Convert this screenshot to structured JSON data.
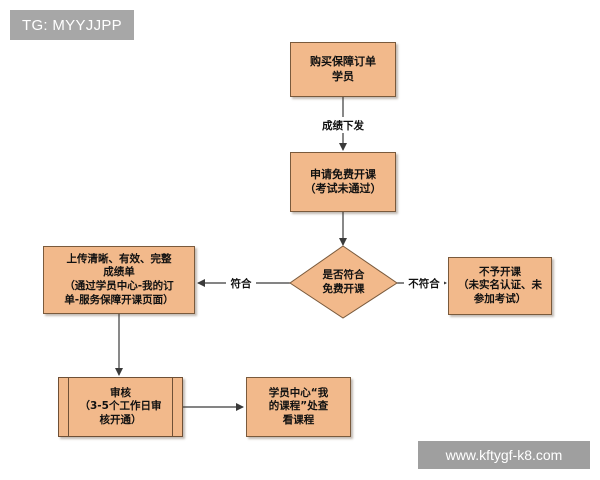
{
  "watermarks": {
    "top_left": "TG: MYYJJPP",
    "bottom_right": "www.kftygf-k8.com"
  },
  "nodes": {
    "buy_order": "购买保障订单\n学员",
    "apply_free": "申请免费开课\n（考试未通过）",
    "decision": "是否符合\n免费开课",
    "not_open": "不予开课\n（未实名认证、未\n参加考试）",
    "upload": "上传清晰、有效、完整\n成绩单\n（通过学员中心-我的订\n单-服务保障开课页面）",
    "review": "审核\n（3-5个工作日审\n核开通）",
    "check": "学员中心“我\n的课程”处查\n看课程"
  },
  "edge_labels": {
    "score_released": "成绩下发",
    "meets": "符合",
    "not_meets": "不符合"
  },
  "colors": {
    "node_fill": "#f2b98b",
    "node_border": "#7a5a3c",
    "arrow": "#3a3a3a"
  }
}
